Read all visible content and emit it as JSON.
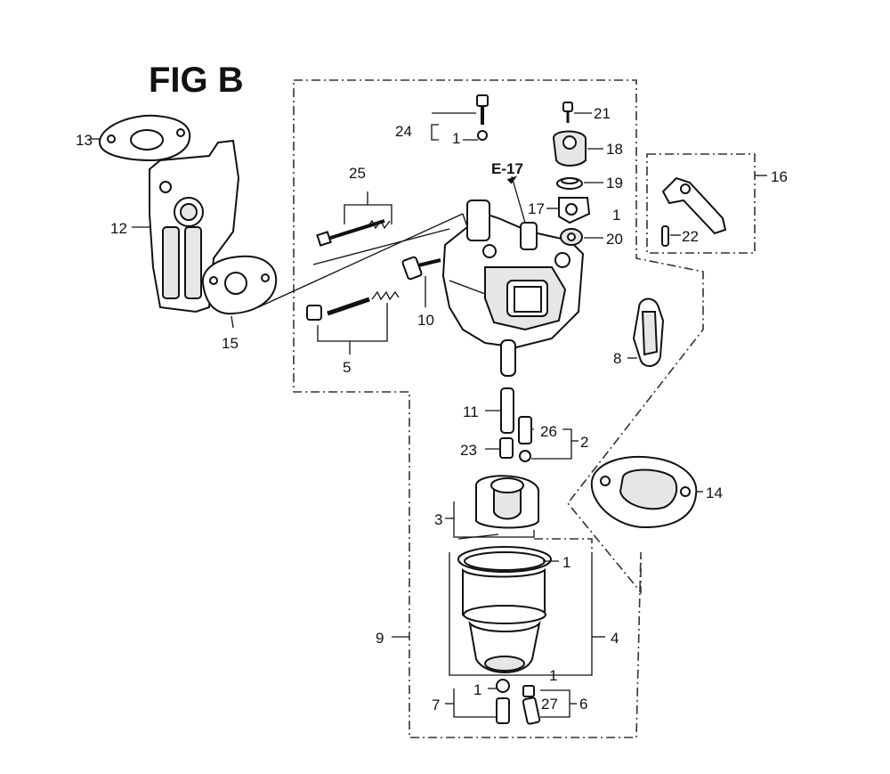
{
  "figure": {
    "title": "FIG B",
    "reference": "E-17"
  },
  "callouts": [
    {
      "id": "p1a",
      "text": "1"
    },
    {
      "id": "p1b",
      "text": "1"
    },
    {
      "id": "p1c",
      "text": "1"
    },
    {
      "id": "p1d",
      "text": "1"
    },
    {
      "id": "p1e",
      "text": "1"
    },
    {
      "id": "p2",
      "text": "2"
    },
    {
      "id": "p3",
      "text": "3"
    },
    {
      "id": "p4",
      "text": "4"
    },
    {
      "id": "p5",
      "text": "5"
    },
    {
      "id": "p6",
      "text": "6"
    },
    {
      "id": "p7",
      "text": "7"
    },
    {
      "id": "p8",
      "text": "8"
    },
    {
      "id": "p9",
      "text": "9"
    },
    {
      "id": "p10",
      "text": "10"
    },
    {
      "id": "p11",
      "text": "11"
    },
    {
      "id": "p12",
      "text": "12"
    },
    {
      "id": "p13",
      "text": "13"
    },
    {
      "id": "p14",
      "text": "14"
    },
    {
      "id": "p15",
      "text": "15"
    },
    {
      "id": "p16",
      "text": "16"
    },
    {
      "id": "p17",
      "text": "17"
    },
    {
      "id": "p18",
      "text": "18"
    },
    {
      "id": "p19",
      "text": "19"
    },
    {
      "id": "p20",
      "text": "20"
    },
    {
      "id": "p21",
      "text": "21"
    },
    {
      "id": "p22",
      "text": "22"
    },
    {
      "id": "p23",
      "text": "23"
    },
    {
      "id": "p24",
      "text": "24"
    },
    {
      "id": "p25",
      "text": "25"
    },
    {
      "id": "p26",
      "text": "26"
    },
    {
      "id": "p27",
      "text": "27"
    }
  ]
}
